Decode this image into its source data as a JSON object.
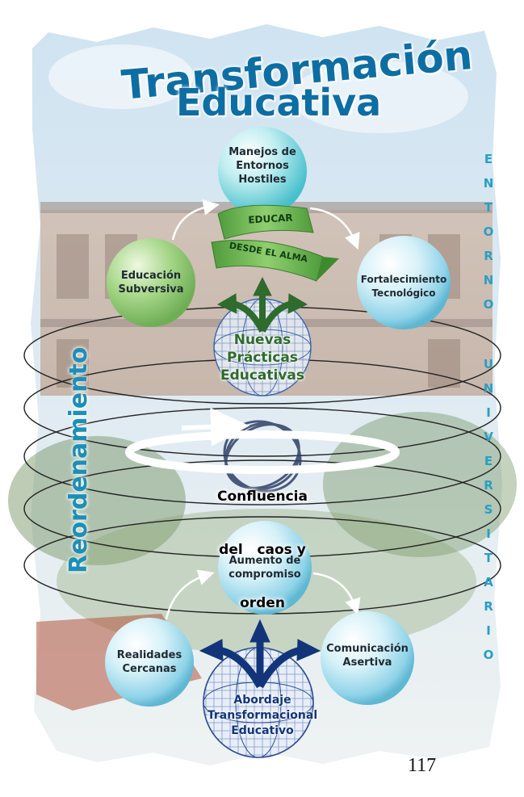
{
  "title": {
    "line1": "Transformación",
    "line2": "Educativa"
  },
  "side_label_left": "Reordenamiento",
  "side_label_right": [
    "E",
    "N",
    "T",
    "O",
    "R",
    "N",
    "O",
    "",
    "U",
    "N",
    "I",
    "V",
    "E",
    "R",
    "S",
    "I",
    "T",
    "A",
    "R",
    "I",
    "O"
  ],
  "banner": {
    "line1": "EDUCAR",
    "line2": "DESDE EL ALMA"
  },
  "nodes": {
    "top": [
      "Manejos de",
      "Entornos",
      "Hostiles"
    ],
    "left_upper": [
      "Educación",
      "Subversiva"
    ],
    "right_upper": [
      "Fortalecimiento",
      "Tecnológico"
    ],
    "center_upper": [
      "Nuevas",
      "Prácticas",
      "Educativas"
    ],
    "center_middle": [
      "Confluencia",
      "del   caos y",
      "orden"
    ],
    "center_lower": [
      "Aumento de",
      "compromiso"
    ],
    "left_lower": [
      "Realidades",
      "Cercanas"
    ],
    "right_lower": [
      "Comunicación",
      "Asertiva"
    ],
    "bottom": [
      "Abordaje",
      "Transformacional",
      "Educativo"
    ]
  },
  "page_number": "117",
  "colors": {
    "title_blue": "#0d6ea3",
    "green": "#2e6b2c",
    "navy": "#12357a",
    "aqua": "#2a9ec2"
  }
}
